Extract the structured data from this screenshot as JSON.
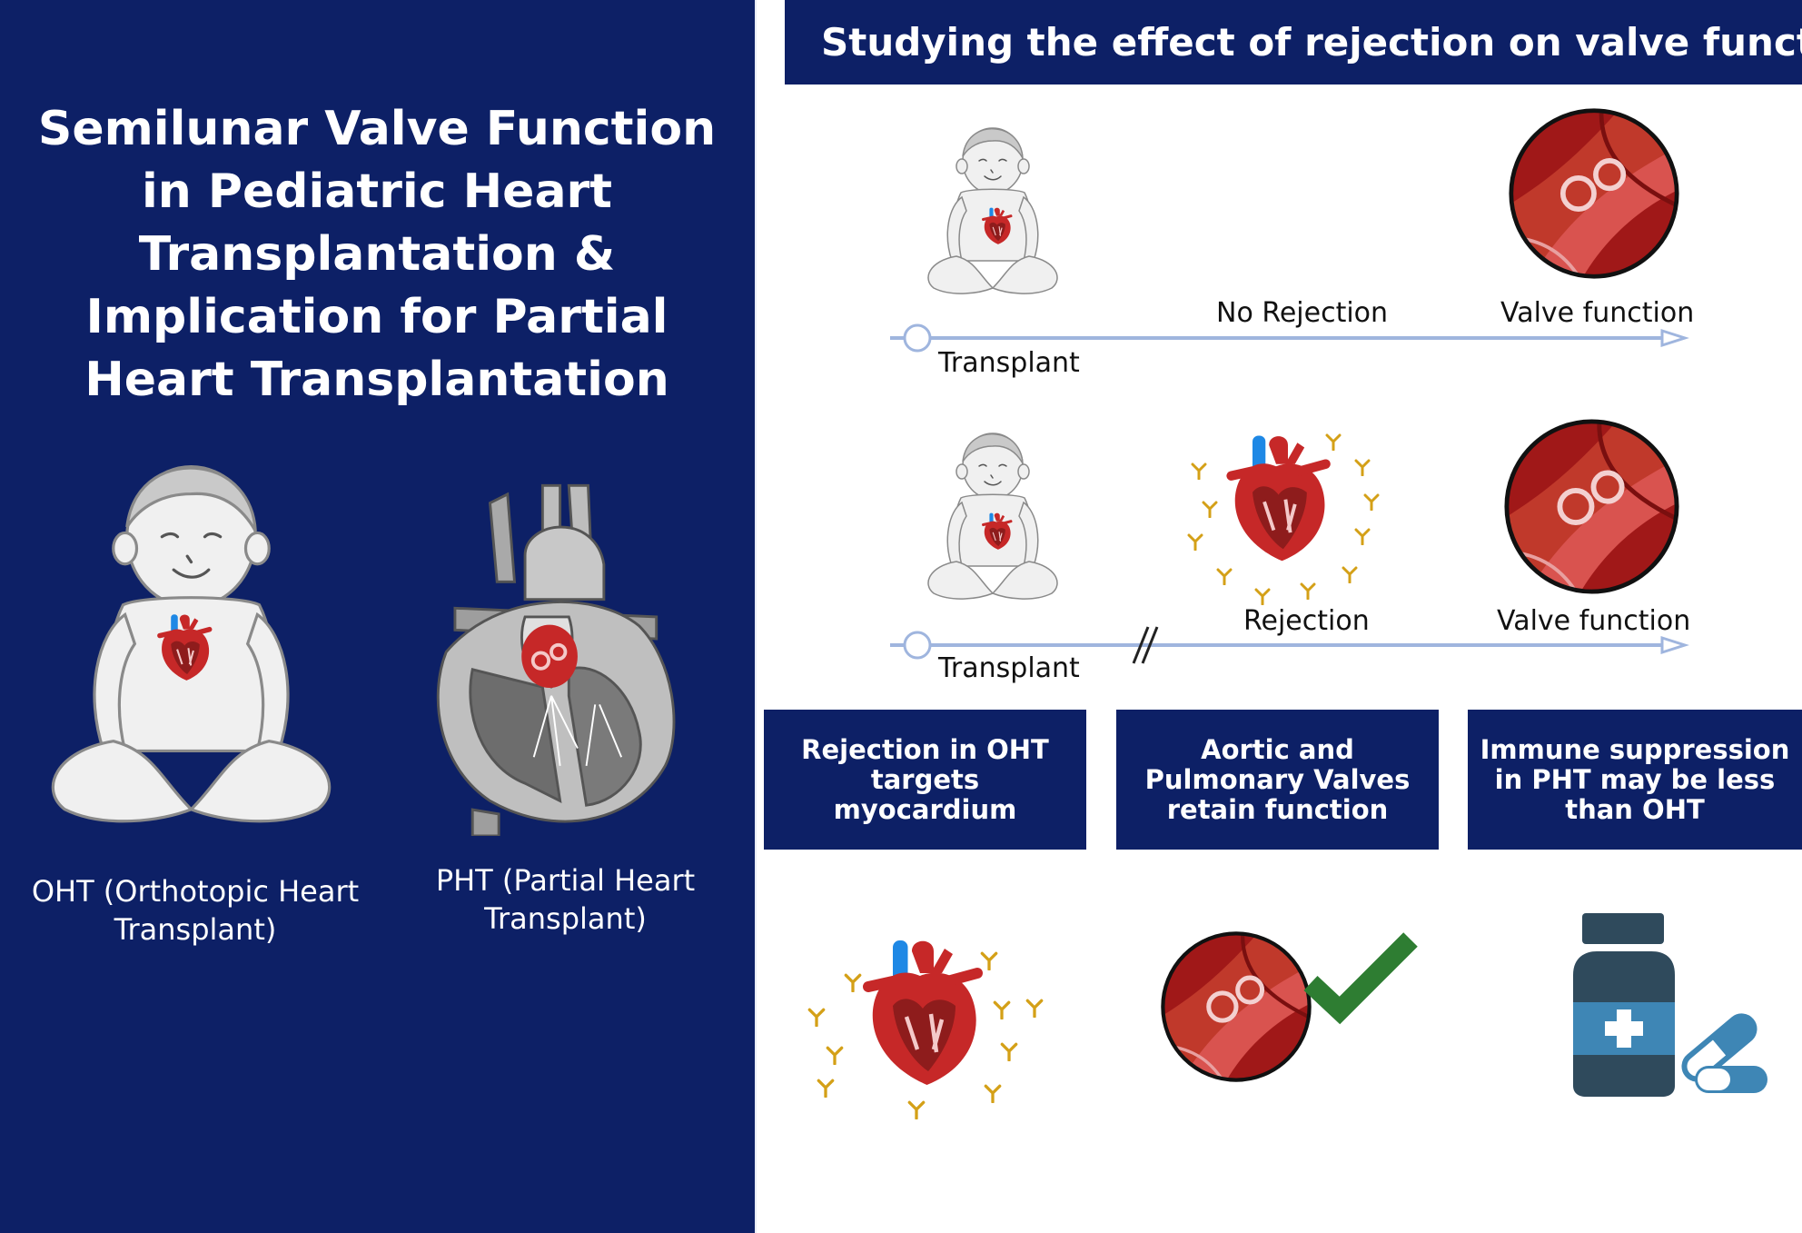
{
  "left": {
    "title": "Semilunar Valve Function in Pediatric Heart Transplantation & Implication for Partial Heart Transplantation",
    "oht_caption": "OHT (Orthotopic Heart Transplant)",
    "pht_caption": "PHT (Partial Heart Transplant)"
  },
  "right": {
    "banner": "Studying the effect of rejection on valve function",
    "timeline_1": {
      "start_label": "Transplant",
      "middle_label": "No Rejection",
      "end_label": "Valve function"
    },
    "timeline_2": {
      "start_label": "Transplant",
      "middle_label": "Rejection",
      "end_label": "Valve function"
    },
    "findings": [
      {
        "text": "Rejection in OHT targets myocardium",
        "icon": "heart-rejection-icon"
      },
      {
        "text": "Aortic and Pulmonary Valves retain function",
        "icon": "valve-check-icon"
      },
      {
        "text": "Immune suppression in PHT may be less than OHT",
        "icon": "medication-icon"
      }
    ]
  },
  "colors": {
    "navy": "#0d2066",
    "heart_red": "#c62828",
    "vessel_blue": "#1e88e5",
    "antibody_gold": "#d4a017",
    "check_green": "#2e7d32",
    "bottle_blue": "#2f4a5c",
    "timeline": "#9fb5de"
  }
}
